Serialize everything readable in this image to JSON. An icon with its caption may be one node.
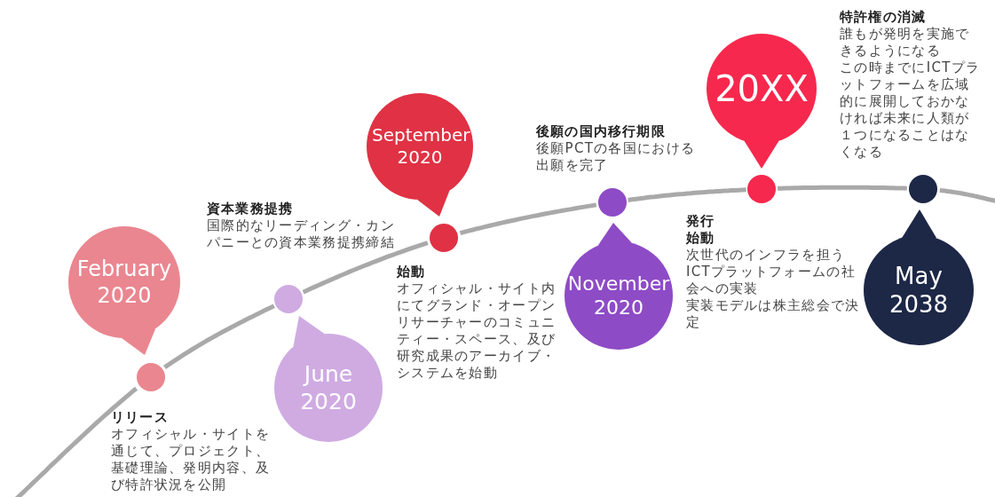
{
  "diagram": {
    "nodes": [
      {
        "text": [
          "February 2020"
        ],
        "beside": [
          "リリース",
          "オフィシャル・サイトを通じて、プロジェクト、基礎理論、発明内容、及び特許状況を公開"
        ]
      },
      {
        "text": [],
        "shape": "circle"
      },
      {
        "text": [
          "June 2020"
        ],
        "beside": [
          "資本業務提携",
          "国際的なリーディング・カンパニーとの資本業務提携締結"
        ]
      },
      {
        "text": [],
        "shape": "circle"
      },
      {
        "text": [
          "September 2020"
        ],
        "beside": [
          "始動",
          "オフィシャル・サイト内にてグランド・オープン",
          "リサーチャーのコミュニティー・スペース、及び研究成果のアーカイブ・システムを始動"
        ]
      },
      {
        "text": [],
        "shape": "circle"
      },
      {
        "text": [
          "November 2020"
        ],
        "beside": [
          "後願の国内移行期限",
          "後願PCTの各国における出願を完了"
        ]
      },
      {
        "text": [],
        "shape": "circle"
      },
      {
        "text": [
          "20XX"
        ],
        "beside": [
          "発行",
          "始動",
          "次世代のインフラを担うICTプラットフォームの社会への実装",
          "実装モデルは株主総会で決定"
        ]
      },
      {
        "text": [],
        "shape": "circle"
      },
      {
        "text": [
          "May 2038"
        ],
        "beside": [
          "特許権の消滅",
          "誰もが発明を実施できるようになる",
          "この時までにICTプラットフォームを広域的に展開しておかなければ未来に人類が１つになることはなくなる"
        ]
      },
      {
        "text": [],
        "shape": "circle"
      }
    ],
    "edges": [
      {
        "from": null,
        "to": 1,
        "arrow": "none"
      },
      {
        "from": 1,
        "to": 3,
        "arrow": "none"
      },
      {
        "from": 3,
        "to": 5,
        "arrow": "none"
      },
      {
        "from": 5,
        "to": 7,
        "arrow": "none"
      },
      {
        "from": 7,
        "to": 9,
        "arrow": "none"
      },
      {
        "from": 9,
        "to": 11,
        "arrow": "none"
      },
      {
        "from": 11,
        "to": null,
        "arrow": "none"
      }
    ]
  }
}
